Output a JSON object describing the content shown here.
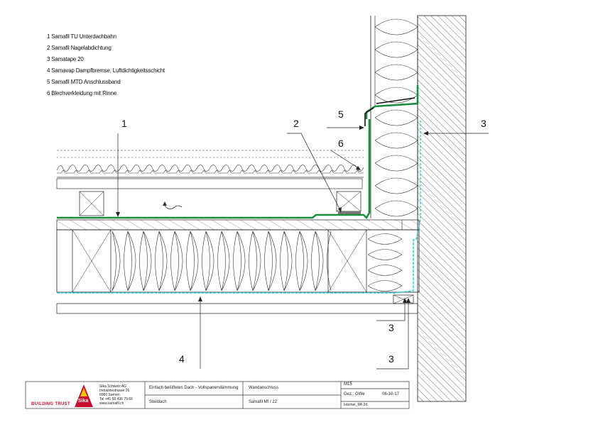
{
  "legend": {
    "items": [
      "1 Samafil TU Unterdachbahn",
      "2 Samafil Nagelabdichtung",
      "3 Samatape 20",
      "4 Samavap Dampfbremse, Luftdichtigkeitsschicht",
      "5 Samafil MTD Anschlussband",
      "6 Blechverkleidung mit Rinne"
    ]
  },
  "callouts": {
    "c1": "1",
    "c2": "2",
    "c3a": "3",
    "c3b": "3",
    "c3c": "3",
    "c4": "4",
    "c5": "5",
    "c6": "6"
  },
  "title_block": {
    "company_lines": [
      "Sika Schweiz AG",
      "Industriestrasse 26",
      "6060 Sarnen",
      "Tel +41 58 436 79 66",
      "www.samafil.ch"
    ],
    "brand": "BUILDING TRUST",
    "logo_text": "Sika",
    "roof_type": "Einfach belüftetes Dach - Vollsparrendämmung",
    "detail_name": "Wandanschluss",
    "roof_kind": "Steildach",
    "product_ref": "Samafil Mf / 22",
    "drawing_no": "M15",
    "drawn_label": "Gez.: GWe",
    "date": "06-10-17",
    "file_ref": "Intemet_MF.2d"
  },
  "colors": {
    "membrane_green": "#1a8c3c",
    "vapour_cyan": "#2ad0e0",
    "sika_red": "#c8102e",
    "sika_yellow": "#f5c400"
  }
}
